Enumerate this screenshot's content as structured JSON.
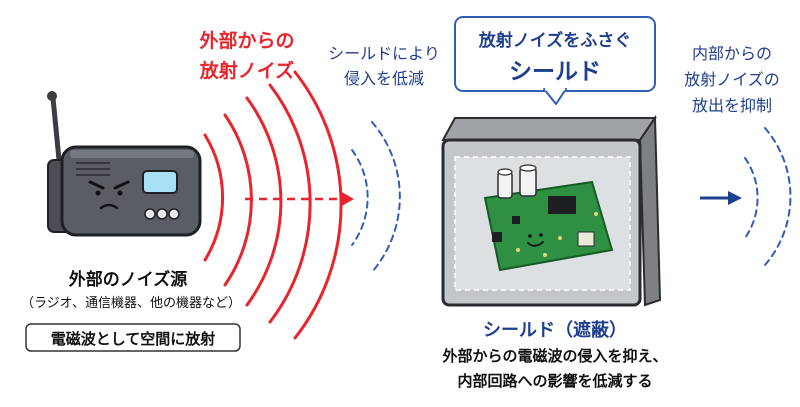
{
  "left": {
    "external_noise_label": "外部からの\n放射ノイズ",
    "source_title": "外部のノイズ源",
    "source_examples": "（ラジオ、通信機器、他の機器など）",
    "radiation_box": "電磁波として空間に放射"
  },
  "middle": {
    "reduce_label": "シールドにより\n侵入を低減"
  },
  "callout": {
    "line1": "放射ノイズをふさぐ",
    "line2": "シールド"
  },
  "right": {
    "suppress_label": "内部からの\n放射ノイズの\n放出を抑制"
  },
  "bottom": {
    "shield_title": "シールド（遮蔽）",
    "description": "外部からの電磁波の侵入を抑え、\n内部回路への影響を低減する"
  },
  "colors": {
    "red_text": "#e8242c",
    "blue_text": "#1f3f8f",
    "callout_border": "#2f5fb5"
  }
}
